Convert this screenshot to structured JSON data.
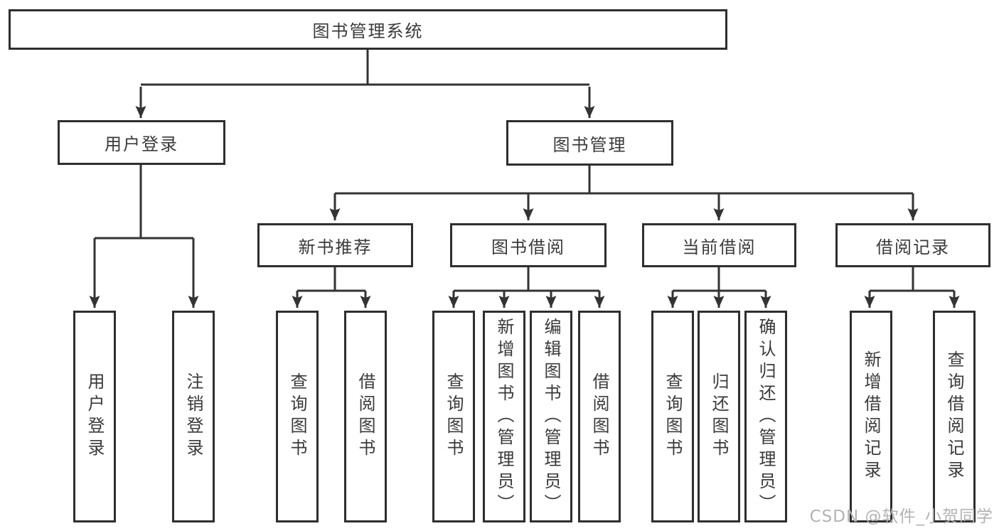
{
  "tree": {
    "root": {
      "label": "图书管理系统"
    },
    "level1": [
      {
        "label": "用户登录",
        "children": [
          {
            "label": "用户登录"
          },
          {
            "label": "注销登录"
          }
        ]
      },
      {
        "label": "图书管理",
        "children": [
          {
            "label": "新书推荐",
            "children": [
              {
                "label": "查询图书"
              },
              {
                "label": "借阅图书"
              }
            ]
          },
          {
            "label": "图书借阅",
            "children": [
              {
                "label": "查询图书"
              },
              {
                "label": "新增图书（管理员）"
              },
              {
                "label": "编辑图书（管理员）"
              },
              {
                "label": "借阅图书"
              }
            ]
          },
          {
            "label": "当前借阅",
            "children": [
              {
                "label": "查询图书"
              },
              {
                "label": "归还图书"
              },
              {
                "label": "确认归还（管理员）"
              }
            ]
          },
          {
            "label": "借阅记录",
            "children": [
              {
                "label": "新增借阅记录"
              },
              {
                "label": "查询借阅记录"
              }
            ]
          }
        ]
      }
    ]
  },
  "watermark": {
    "text": "CSDN @软件_小贺同学"
  },
  "colors": {
    "line": "#333333",
    "border": "#2e2e2e",
    "text": "#3a3a3a",
    "background": "#ffffff",
    "watermark": "#b3b3b3"
  }
}
